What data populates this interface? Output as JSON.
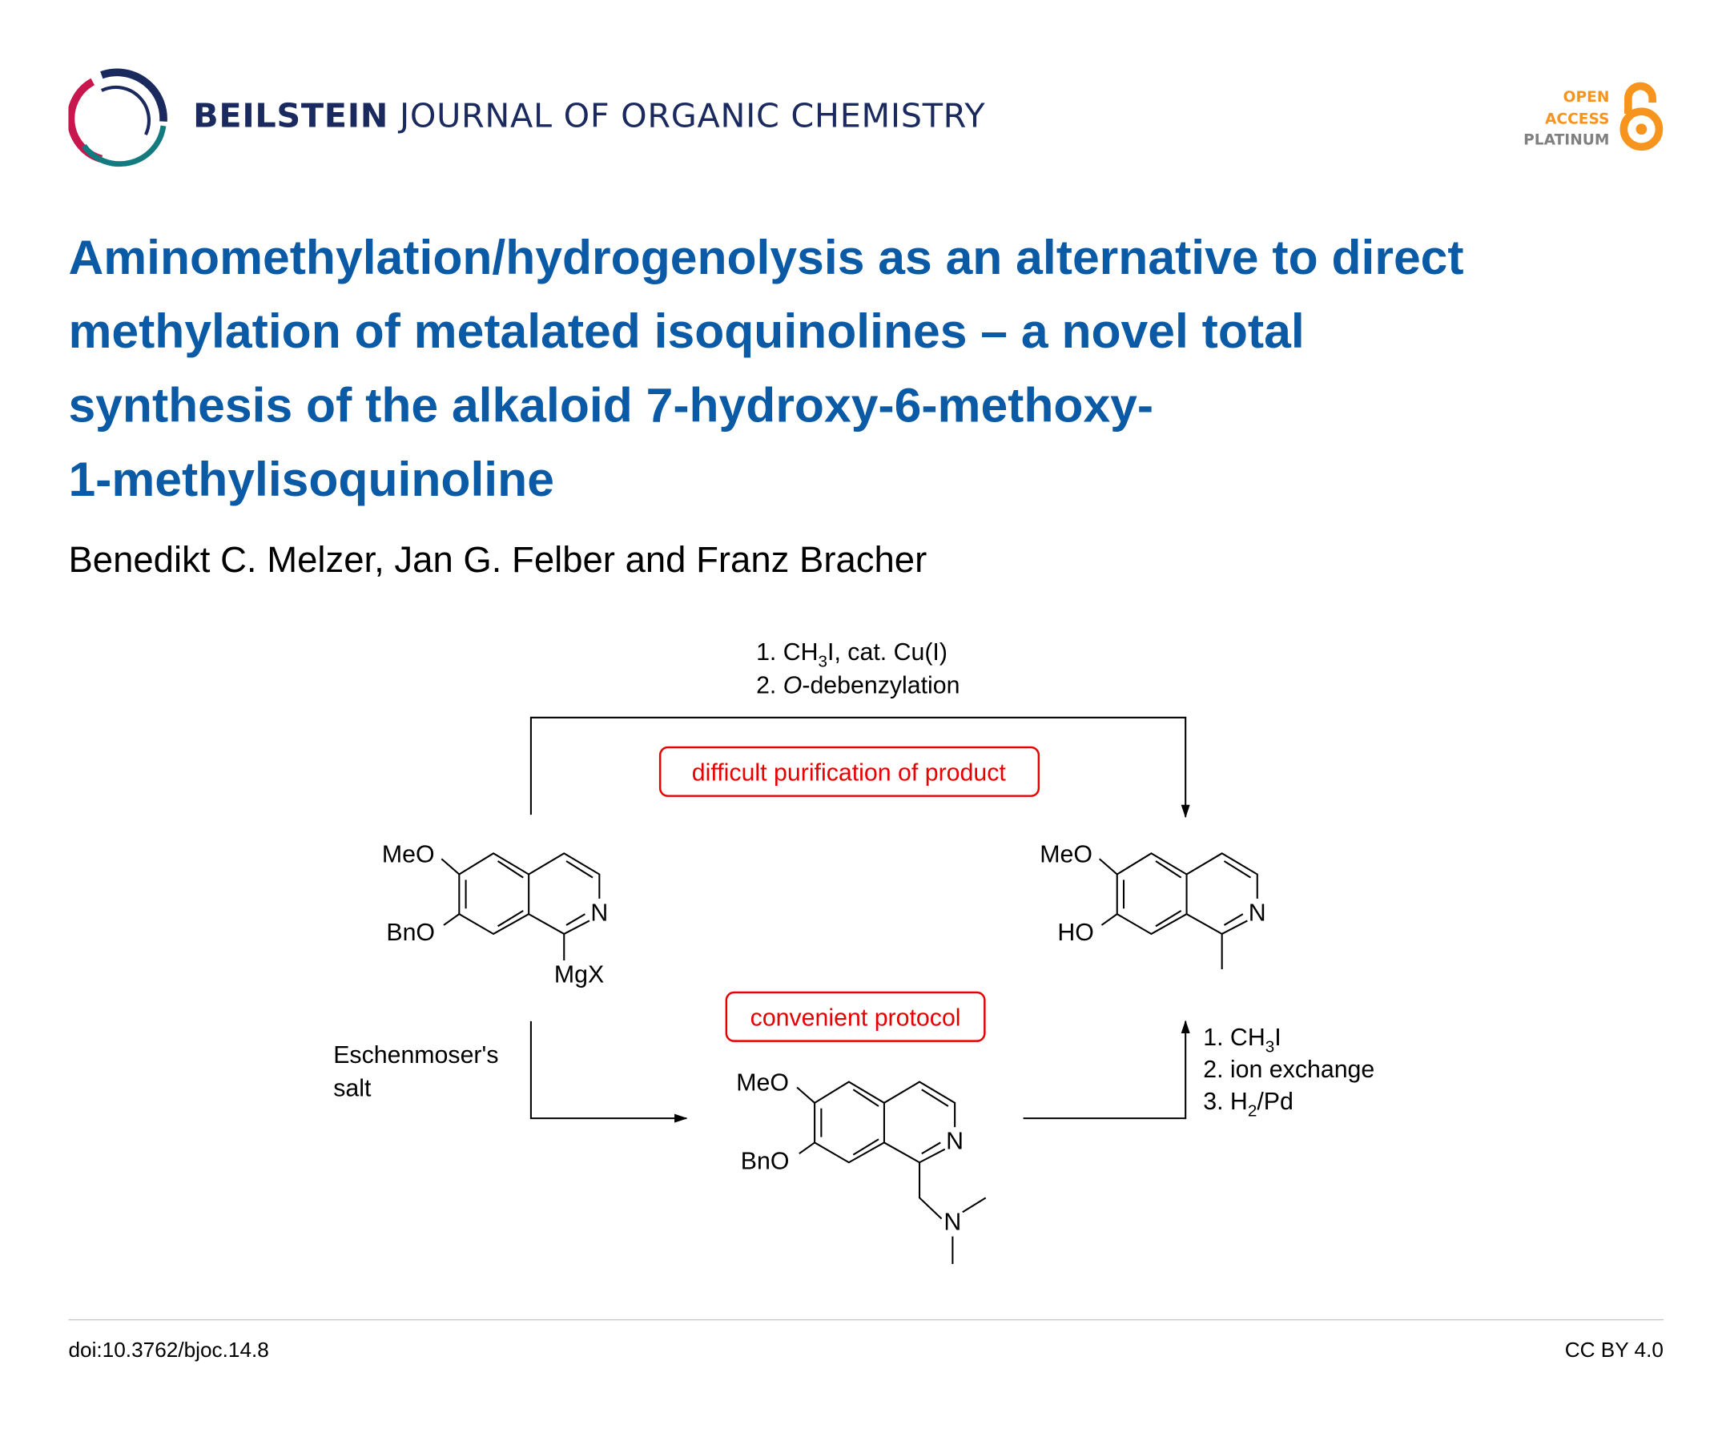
{
  "header": {
    "journal_bold": "BEILSTEIN",
    "journal_rest": "JOURNAL OF ORGANIC CHEMISTRY",
    "badge": {
      "line1": "OPEN",
      "line2": "ACCESS",
      "line3": "PLATINUM"
    },
    "colors": {
      "navy": "#1b2a5e",
      "crimson": "#c8174f",
      "teal": "#137a80",
      "orange": "#f7941d"
    }
  },
  "article": {
    "title_lines": [
      "Aminomethylation/hydrogenolysis as an alternative to direct",
      "methylation of metalated isoquinolines – a novel total",
      "synthesis of the alkaloid 7-hydroxy-6-methoxy-",
      "1-methylisoquinoline"
    ],
    "authors": "Benedikt C. Melzer, Jan G. Felber and Franz Bracher"
  },
  "scheme": {
    "top_conditions": {
      "l1_a": "1. CH",
      "l1_sub": "3",
      "l1_b": "I, cat. Cu(I)",
      "l2_a": "2. ",
      "l2_italic": "O",
      "l2_b": "-debenzylation"
    },
    "top_note": "difficult purification of product",
    "bottom_note": "convenient protocol",
    "left_reagent": {
      "l1": "Eschenmoser's",
      "l2": "salt"
    },
    "right_conditions": {
      "l1_a": "1. CH",
      "l1_sub": "3",
      "l1_b": "I",
      "l2": "2. ion exchange",
      "l3_a": "3. H",
      "l3_sub": "2",
      "l3_b": "/Pd"
    },
    "start": {
      "meo": "MeO",
      "bno": "BnO",
      "n": "N",
      "sub": "MgX"
    },
    "product": {
      "meo": "MeO",
      "ho": "HO",
      "n": "N"
    },
    "intermediate": {
      "meo": "MeO",
      "bno": "BnO",
      "n": "N",
      "amine_n": "N"
    },
    "note_color": "#e60000"
  },
  "footer": {
    "doi": "doi:10.3762/bjoc.14.8",
    "license": "CC BY 4.0"
  }
}
